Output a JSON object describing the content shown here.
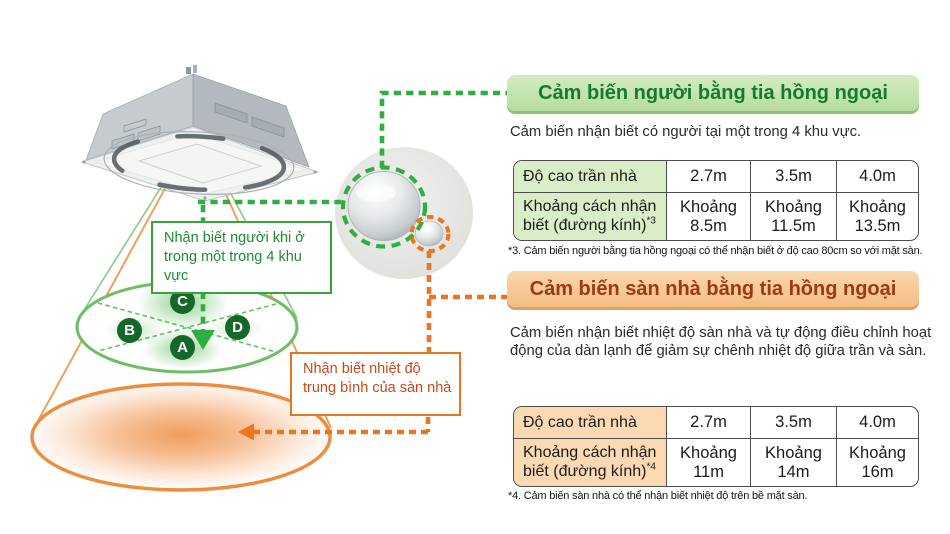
{
  "colors": {
    "green_accent": "#2fae43",
    "green_text": "#157a2e",
    "green_header_bg": "#c9e6b4",
    "green_cell_bg": "#d9eec6",
    "orange_accent": "#ed7420",
    "orange_text": "#9c3a10",
    "orange_header_bg": "#f8cc9e",
    "orange_cell_bg": "#fbd9b3"
  },
  "diagram": {
    "zones": {
      "a": "A",
      "b": "B",
      "c": "C",
      "d": "D"
    },
    "human_callout": "Nhận biết người khi ở trong một trong 4 khu vực",
    "floor_callout": "Nhận biết nhiệt độ trung bình của sàn nhà"
  },
  "human_sensor": {
    "title": "Cảm biến người bằng tia hồng ngoại",
    "description": "Cảm biến nhận biết có người tại một trong 4 khu vực.",
    "table": {
      "header_label": "Độ cao trần nhà",
      "row_label": "Khoảng cách nhận biết (đường kính)",
      "row_label_sup": "*3",
      "heights": [
        "2.7m",
        "3.5m",
        "4.0m"
      ],
      "approx_word": "Khoảng",
      "distances": [
        "8.5m",
        "11.5m",
        "13.5m"
      ]
    },
    "footnote": "*3. Cảm biến người bằng tia hồng ngoại có thể nhận biết ở độ cao 80cm so với mặt sàn."
  },
  "floor_sensor": {
    "title": "Cảm biến sàn nhà bằng tia hồng ngoại",
    "description": "Cảm biến nhận biết nhiệt độ sàn nhà và tự động điều chỉnh hoạt động của dàn lạnh để giảm sự chênh nhiệt độ giữa trần và sàn.",
    "table": {
      "header_label": "Độ cao trần nhà",
      "row_label": "Khoảng cách nhận biết (đường kính)",
      "row_label_sup": "*4",
      "heights": [
        "2.7m",
        "3.5m",
        "4.0m"
      ],
      "approx_word": "Khoảng",
      "distances": [
        "11m",
        "14m",
        "16m"
      ]
    },
    "footnote": "*4. Cảm biến sàn nhà có thể nhận biết nhiệt độ trên bề mặt sàn."
  }
}
